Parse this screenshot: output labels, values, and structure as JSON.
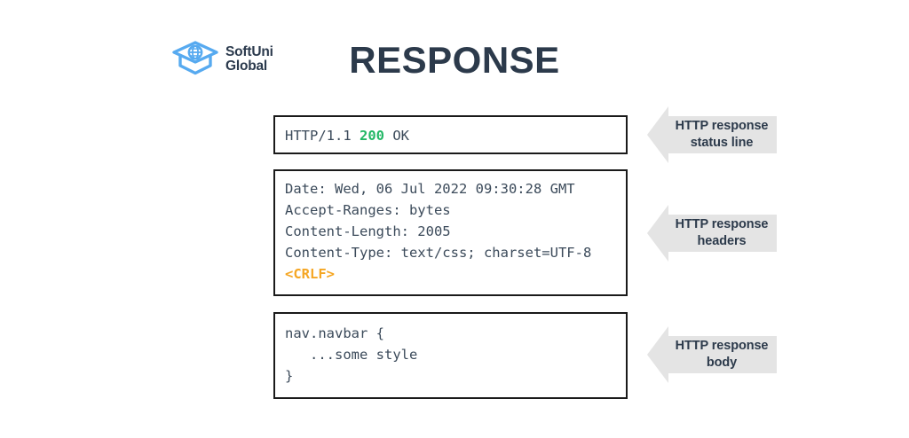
{
  "brand": {
    "logo_icon": "graduation-cap-globe-icon",
    "name_line1": "SoftUni",
    "name_line2": "Global",
    "logo_color": "#57aaf0",
    "text_color": "#2b3a4d"
  },
  "page_title": "RESPONSE",
  "colors": {
    "title": "#2c3a4b",
    "code_text": "#3b4a5a",
    "status_code_green": "#22b765",
    "crlf_orange": "#f5a623",
    "callout_fill": "#e4e4e4",
    "callout_text": "#2c3a4b",
    "box_border": "#1a1a1a",
    "background": "#ffffff"
  },
  "blocks": [
    {
      "id": "status-line",
      "lines": [
        [
          {
            "text": "HTTP/1.1 ",
            "style": "plain"
          },
          {
            "text": "200",
            "style": "green"
          },
          {
            "text": " OK",
            "style": "plain"
          }
        ]
      ],
      "callout": {
        "line1": "HTTP response",
        "line2": "status line"
      }
    },
    {
      "id": "headers",
      "lines": [
        [
          {
            "text": "Date: Wed, 06 Jul 2022 09:30:28 GMT",
            "style": "plain"
          }
        ],
        [
          {
            "text": "Accept-Ranges: bytes",
            "style": "plain"
          }
        ],
        [
          {
            "text": "Content-Length: 2005",
            "style": "plain"
          }
        ],
        [
          {
            "text": "Content-Type: text/css; charset=UTF-8",
            "style": "plain"
          }
        ],
        [
          {
            "text": "<CRLF>",
            "style": "orange"
          }
        ]
      ],
      "callout": {
        "line1": "HTTP response",
        "line2": "headers"
      }
    },
    {
      "id": "body",
      "lines": [
        [
          {
            "text": "nav.navbar {",
            "style": "plain"
          }
        ],
        [
          {
            "text": "   ...some style",
            "style": "plain"
          }
        ],
        [
          {
            "text": "}",
            "style": "plain"
          }
        ]
      ],
      "callout": {
        "line1": "HTTP response",
        "line2": "body"
      }
    }
  ]
}
